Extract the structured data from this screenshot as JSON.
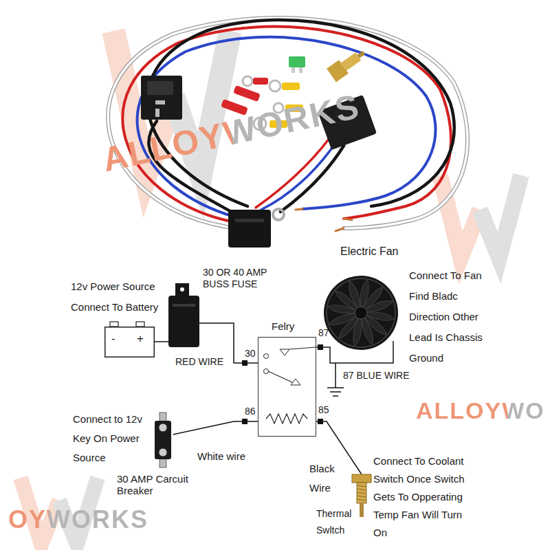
{
  "diagram": {
    "nodes": [
      {
        "text": [
          "12v Power Source Connect To Battery",
          "-",
          "+"
        ]
      },
      {
        "text": [
          "30 OR 40 AMP BUSS FUSE"
        ]
      },
      {
        "text": [
          "Felry",
          "30",
          "87",
          "86",
          "85"
        ]
      },
      {
        "text": [
          "Electric Fan",
          "Connect To Fan Find Bladc Direction Other Lead Is Chassis Ground"
        ]
      },
      {
        "text": [
          "Connect to 12v Key On Power Source",
          "30 AMP Carcuit Breaker"
        ]
      },
      {
        "text": [
          "Thermal Swltch",
          "Connect To Coolant Switch Once Switch Gets To Opperating Temp Fan Will Turn On"
        ]
      }
    ],
    "edges": [
      {
        "from": 0,
        "to": 1,
        "arrow": "none"
      },
      {
        "from": 1,
        "to": 2,
        "arrow": "none",
        "label": "RED WIRE"
      },
      {
        "from": 2,
        "to": 3,
        "arrow": "none",
        "label": "87 BLUE WIRE"
      },
      {
        "from": 4,
        "to": 2,
        "arrow": "none",
        "label": "White wire"
      },
      {
        "from": 2,
        "to": 5,
        "arrow": "none",
        "label": "Black Wire"
      }
    ],
    "labels": [
      "ALLOYWORKS",
      "ALLOYWO",
      "OYWORKS"
    ]
  }
}
